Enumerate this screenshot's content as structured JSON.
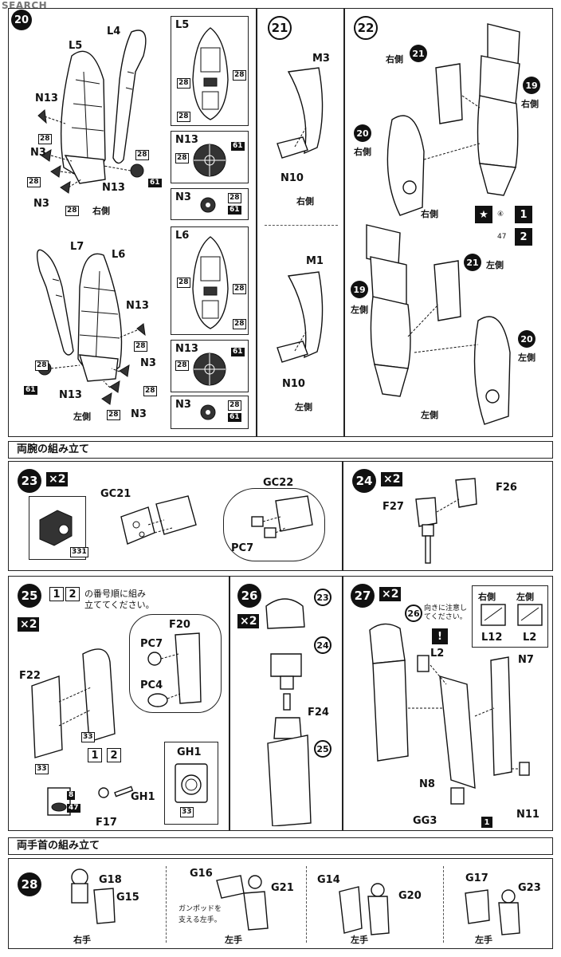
{
  "watermark": "SEARCH",
  "top_left": {
    "right_side": {
      "parts": {
        "l4": "L4",
        "l5": "L5",
        "n13": "N13",
        "n3a": "N3",
        "n3b": "N3",
        "n13b": "N13"
      },
      "side": "右側"
    },
    "left_side": {
      "parts": {
        "l7": "L7",
        "l6": "L6",
        "n13": "N13",
        "n3a": "N3",
        "n3b": "N3",
        "n13b": "N13"
      },
      "side": "左側"
    },
    "color_codes": {
      "c28": "28",
      "c61": "61"
    }
  },
  "detail_boxes": {
    "l5": "L5",
    "n13a": "N13",
    "n3a": "N3",
    "l6": "L6",
    "n13b": "N13",
    "n3b": "N3",
    "c28": "28",
    "c61": "61"
  },
  "step21": {
    "num": "21",
    "m3": "M3",
    "n10a": "N10",
    "right": "右側",
    "m1": "M1",
    "n10b": "N10",
    "left": "左側"
  },
  "step22": {
    "num": "22",
    "right_side": "右側",
    "left_side": "左側",
    "callouts": {
      "c21": "21",
      "c19": "19",
      "c20": "20"
    },
    "order": {
      "a": "④",
      "b": "47",
      "one": "1",
      "two": "2"
    }
  },
  "section_arms": "両腕の組み立て",
  "step23": {
    "num": "23",
    "mult": "×2",
    "gc21": "GC21",
    "gc22": "GC22",
    "pc7": "PC7",
    "code": "331"
  },
  "step24": {
    "num": "24",
    "mult": "×2",
    "f26": "F26",
    "f27": "F27"
  },
  "step25": {
    "num": "25",
    "mult": "×2",
    "note_line1": "の番号順に組み",
    "note_line2": "立ててください。",
    "box1": "1",
    "box2": "2",
    "f20": "F20",
    "pc7": "PC7",
    "pc4": "PC4",
    "f22": "F22",
    "gh1": "GH1",
    "gh1b": "GH1",
    "f17": "F17",
    "c33": "33",
    "c8": "8",
    "c47": "47"
  },
  "step26": {
    "num": "26",
    "mult": "×2",
    "c23": "23",
    "c24": "24",
    "f24": "F24",
    "c25": "25"
  },
  "step27": {
    "num": "27",
    "mult": "×2",
    "c26": "26",
    "note": "向きに注意してください。",
    "right": "右側",
    "left": "左側",
    "l12": "L12",
    "l2": "L2",
    "l2b": "L2",
    "n7": "N7",
    "n8": "N8",
    "n11": "N11",
    "gg3": "GG3",
    "one": "1"
  },
  "section_hands": "両手首の組み立て",
  "step28": {
    "num": "28",
    "g18": "G18",
    "g15": "G15",
    "right_hand": "右手",
    "g16": "G16",
    "g21": "G21",
    "note1": "ガンポッドを",
    "note2": "支える左手。",
    "left_hand1": "左手",
    "g14": "G14",
    "g20": "G20",
    "left_hand2": "左手",
    "g17": "G17",
    "g23": "G23",
    "left_hand3": "左手"
  }
}
